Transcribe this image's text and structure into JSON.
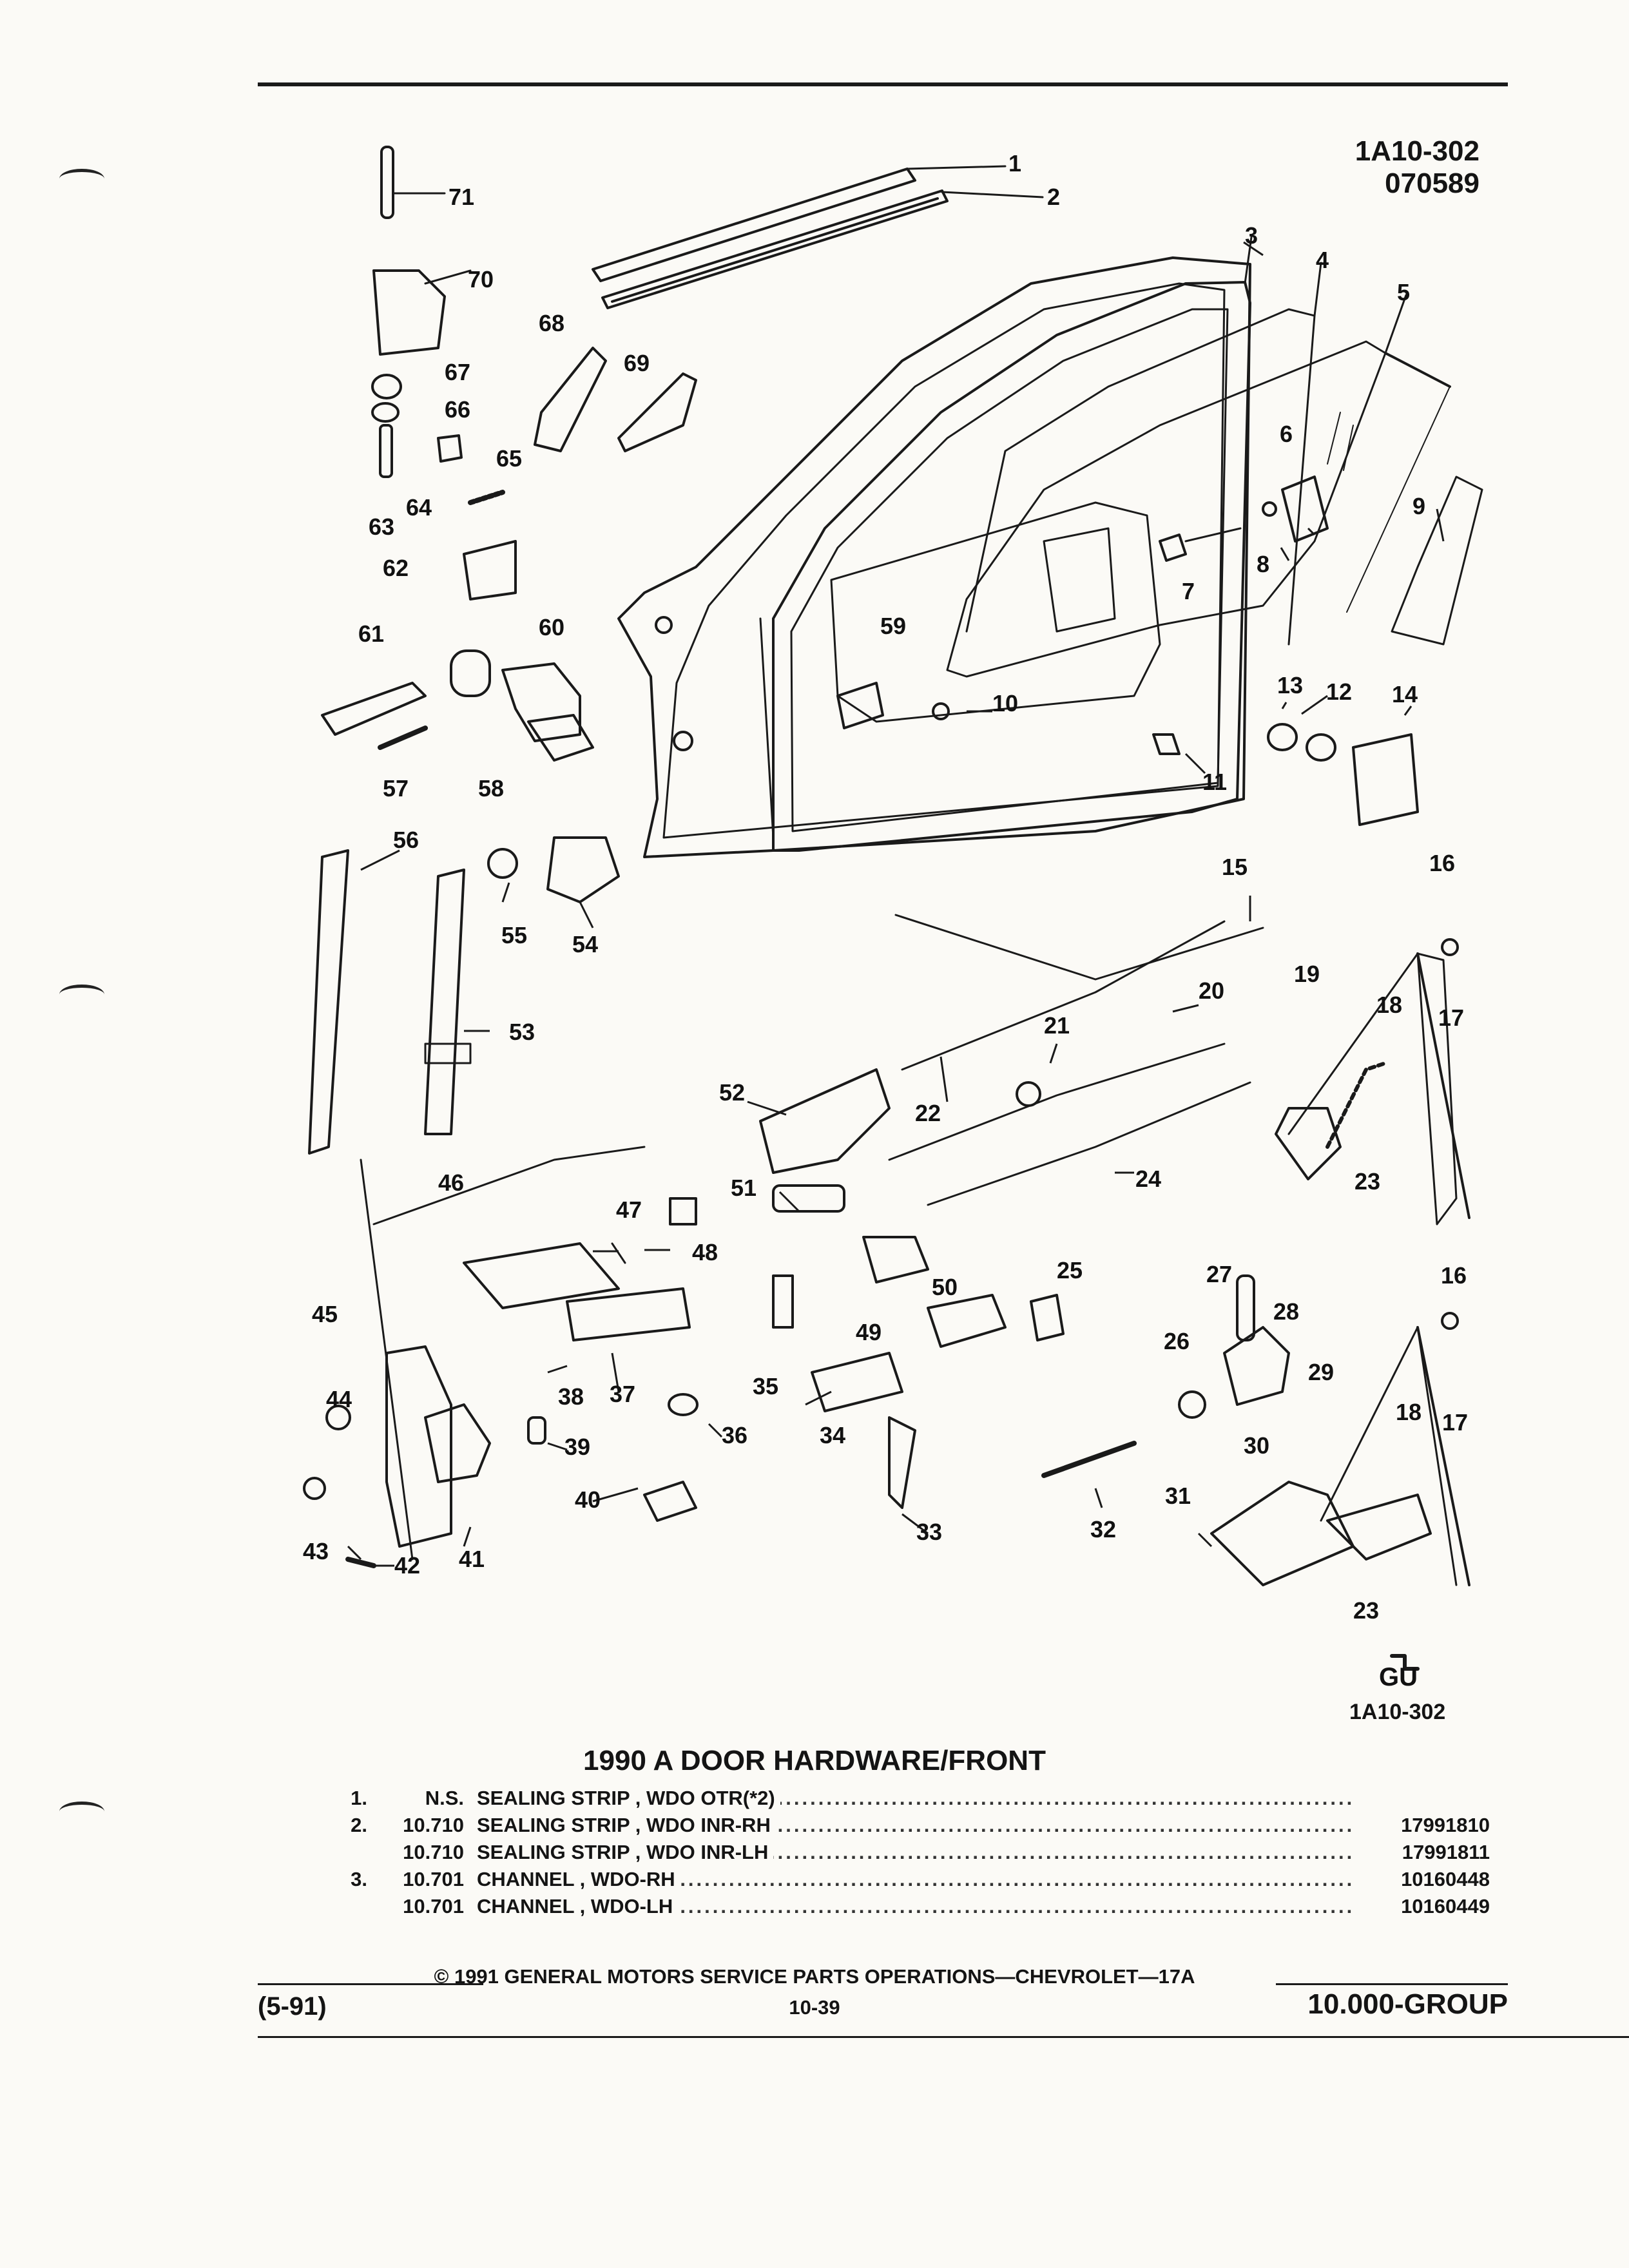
{
  "header": {
    "code_line1": "1A10-302",
    "code_line2": "070589"
  },
  "figure": {
    "code": "1A10-302",
    "callouts": [
      "1",
      "2",
      "3",
      "4",
      "5",
      "6",
      "7",
      "8",
      "9",
      "10",
      "11",
      "12",
      "13",
      "14",
      "15",
      "16",
      "17",
      "18",
      "19",
      "20",
      "21",
      "22",
      "23",
      "24",
      "25",
      "26",
      "27",
      "28",
      "29",
      "30",
      "31",
      "32",
      "33",
      "34",
      "35",
      "36",
      "37",
      "38",
      "39",
      "40",
      "41",
      "42",
      "43",
      "44",
      "45",
      "46",
      "47",
      "48",
      "49",
      "50",
      "51",
      "52",
      "53",
      "54",
      "55",
      "56",
      "57",
      "58",
      "59",
      "60",
      "61",
      "62",
      "63",
      "64",
      "65",
      "66",
      "67",
      "68",
      "69",
      "70",
      "71"
    ],
    "repeat_callouts": [
      "16",
      "17",
      "18",
      "23"
    ],
    "logo_text": "GU"
  },
  "title": "1990 A DOOR HARDWARE/FRONT",
  "parts": [
    {
      "idx": "1.",
      "group": "N.S.",
      "desc": "SEALING STRIP , WDO OTR(*2)",
      "part_no": ""
    },
    {
      "idx": "2.",
      "group": "10.710",
      "desc": "SEALING STRIP , WDO INR-RH",
      "part_no": "17991810"
    },
    {
      "idx": "",
      "group": "10.710",
      "desc": "SEALING STRIP , WDO INR-LH",
      "part_no": "17991811"
    },
    {
      "idx": "3.",
      "group": "10.701",
      "desc": "CHANNEL , WDO-RH",
      "part_no": "10160448"
    },
    {
      "idx": "",
      "group": "10.701",
      "desc": "CHANNEL , WDO-LH",
      "part_no": "10160449"
    }
  ],
  "footer": {
    "copyright": "© 1991 GENERAL MOTORS SERVICE PARTS OPERATIONS—CHEVROLET—17A",
    "date": "(5-91)",
    "page": "10-39",
    "group": "10.000-GROUP"
  }
}
